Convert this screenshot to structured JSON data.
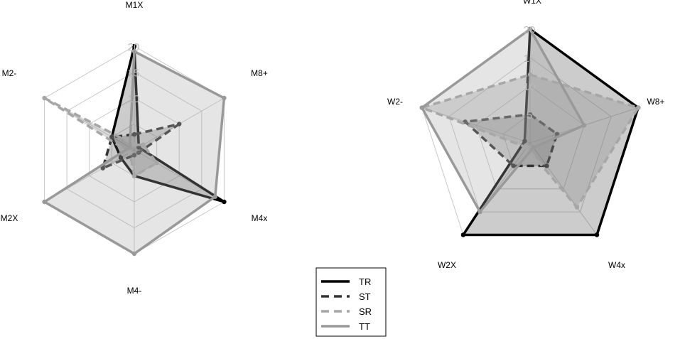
{
  "legend": {
    "entries": [
      {
        "label": "TR",
        "color": "#000000",
        "dash": "solid"
      },
      {
        "label": "ST",
        "color": "#333333",
        "dash": "dashed"
      },
      {
        "label": "SR",
        "color": "#a6a6a6",
        "dash": "dashed"
      },
      {
        "label": "TT",
        "color": "#999999",
        "dash": "solid"
      }
    ]
  },
  "chart_data": [
    {
      "type": "radar",
      "axes": [
        "M1X",
        "M8+",
        "M4x",
        "M4-",
        "M2X",
        "M2-"
      ],
      "ticks": [
        "5",
        "10",
        "15",
        "20"
      ],
      "rmax": 20,
      "grid": true,
      "series": [
        {
          "name": "TR",
          "values": [
            20,
            1,
            20,
            5,
            3,
            5
          ],
          "color": "#000000",
          "dash": "solid",
          "fill": "#555555",
          "fill_opacity": 0.3
        },
        {
          "name": "ST",
          "values": [
            3,
            10,
            1,
            1,
            7,
            5
          ],
          "color": "#333333",
          "dash": "dashed",
          "fill": "#555555",
          "fill_opacity": 0.3
        },
        {
          "name": "SR",
          "values": [
            1,
            2,
            5,
            5,
            1,
            20
          ],
          "color": "#a6a6a6",
          "dash": "dashed",
          "fill": "#888888",
          "fill_opacity": 0.3
        },
        {
          "name": "TT",
          "values": [
            19,
            20,
            18,
            20,
            20,
            1
          ],
          "color": "#999999",
          "dash": "solid",
          "fill": "#aaaaaa",
          "fill_opacity": 0.3
        }
      ]
    },
    {
      "type": "radar",
      "axes": [
        "W1X",
        "W8+",
        "W4x",
        "W2X",
        "W2-"
      ],
      "ticks": [
        "5",
        "10",
        "15",
        "20"
      ],
      "rmax": 20,
      "grid": true,
      "series": [
        {
          "name": "TR",
          "values": [
            20,
            20,
            20,
            20,
            1
          ],
          "color": "#000000",
          "dash": "solid",
          "fill": "#555555",
          "fill_opacity": 0.3
        },
        {
          "name": "ST",
          "values": [
            5,
            5,
            5,
            5,
            12
          ],
          "color": "#333333",
          "dash": "dashed",
          "fill": "#555555",
          "fill_opacity": 0.3
        },
        {
          "name": "SR",
          "values": [
            12,
            20,
            14,
            1,
            20
          ],
          "color": "#a6a6a6",
          "dash": "dashed",
          "fill": "#888888",
          "fill_opacity": 0.3
        },
        {
          "name": "TT",
          "values": [
            20,
            10,
            1,
            15,
            20
          ],
          "color": "#999999",
          "dash": "solid",
          "fill": "#aaaaaa",
          "fill_opacity": 0.3
        }
      ]
    }
  ]
}
